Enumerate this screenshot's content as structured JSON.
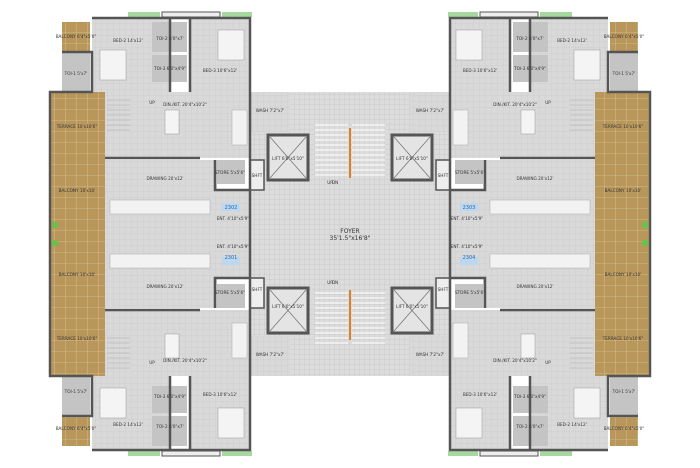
{
  "colors": {
    "floor": "#d9d9d9",
    "toilet": "#c4c4c4",
    "terrace": "#b9975b",
    "window": "#a6d8a0",
    "wall": "#555555",
    "tag": "#bcd8f0",
    "stair_rail": "#d9822b"
  },
  "foyer": {
    "name": "FOYER",
    "size": "35'1.5\"x16'8\""
  },
  "stair_labels": {
    "up": "UP",
    "dn": "DN"
  },
  "units": [
    {
      "unit_no": "2302",
      "rooms": {
        "balcony_s": "BALCONY 6'4\"x5'0\"",
        "toi1": "TOI-1 5'x7'",
        "bed2": "BED-2 14'x12'",
        "toi2": "TOI-2 6'0\"x7'",
        "toi3": "TOI-3 6'0\"x4'9\"",
        "bed3": "BED-3 10'6\"x12'",
        "dinkit": "DIN./KIT. 20'4\"x10'2\"",
        "wash": "WASH 7'2\"x7'",
        "terrace": "TERRACE 10'x10'6\"",
        "balcony": "BALCONY 10'x10'",
        "drawing": "DRAWING 20'x12'",
        "store": "STORE 5'x5'6\"",
        "shaft": "SHFT",
        "lift": "LIFT 6'0\"x5'10\"",
        "ent": "ENT. 4'10\"x5'9\""
      }
    },
    {
      "unit_no": "2303",
      "rooms": {
        "balcony_s": "BALCONY 6'4\"x5'0\"",
        "toi1": "TOI-1 5'x7'",
        "bed2": "BED-2 14'x12'",
        "toi2": "TOI-2 6'0\"x7'",
        "toi3": "TOI-3 6'0\"x4'9\"",
        "bed3": "BED-3 10'6\"x12'",
        "dinkit": "DIN./KIT. 20'4\"x10'2\"",
        "wash": "WASH 7'2\"x7'",
        "terrace": "TERRACE 10'x10'6\"",
        "balcony": "BALCONY 10'x10'",
        "drawing": "DRAWING 20'x12'",
        "store": "STORE 5'x5'6\"",
        "shaft": "SHFT",
        "lift": "LIFT 6'0\"x5'10\"",
        "ent": "ENT. 4'10\"x5'9\""
      }
    },
    {
      "unit_no": "2301",
      "rooms": {
        "balcony_s": "BALCONY 6'4\"x5'0\"",
        "toi1": "TOI-1 5'x7'",
        "bed2": "BED-2 14'x12'",
        "toi2": "TOI-2 6'0\"x7'",
        "toi3": "TOI-3 6'0\"x4'9\"",
        "bed3": "BED-3 10'6\"x12'",
        "dinkit": "DIN./KIT. 20'4\"x10'2\"",
        "wash": "WASH 7'2\"x7'",
        "terrace": "TERRACE 10'x10'6\"",
        "balcony": "BALCONY 10'x10'",
        "drawing": "DRAWING 20'x12'",
        "store": "STORE 5'x5'6\"",
        "shaft": "SHFT",
        "lift": "LIFT 6'0\"x5'10\"",
        "ent": "ENT. 4'10\"x5'9\""
      }
    },
    {
      "unit_no": "2304",
      "rooms": {
        "balcony_s": "BALCONY 6'4\"x5'0\"",
        "toi1": "TOI-1 5'x7'",
        "bed2": "BED-2 14'x12'",
        "toi2": "TOI-2 6'0\"x7'",
        "toi3": "TOI-3 6'0\"x4'9\"",
        "bed3": "BED-3 10'6\"x12'",
        "dinkit": "DIN./KIT. 20'4\"x10'2\"",
        "wash": "WASH 7'2\"x7'",
        "terrace": "TERRACE 10'x10'6\"",
        "balcony": "BALCONY 10'x10'",
        "drawing": "DRAWING 20'x12'",
        "store": "STORE 5'x5'6\"",
        "shaft": "SHFT",
        "lift": "LIFT 6'0\"x5'10\"",
        "ent": "ENT. 4'10\"x5'9\""
      }
    }
  ]
}
